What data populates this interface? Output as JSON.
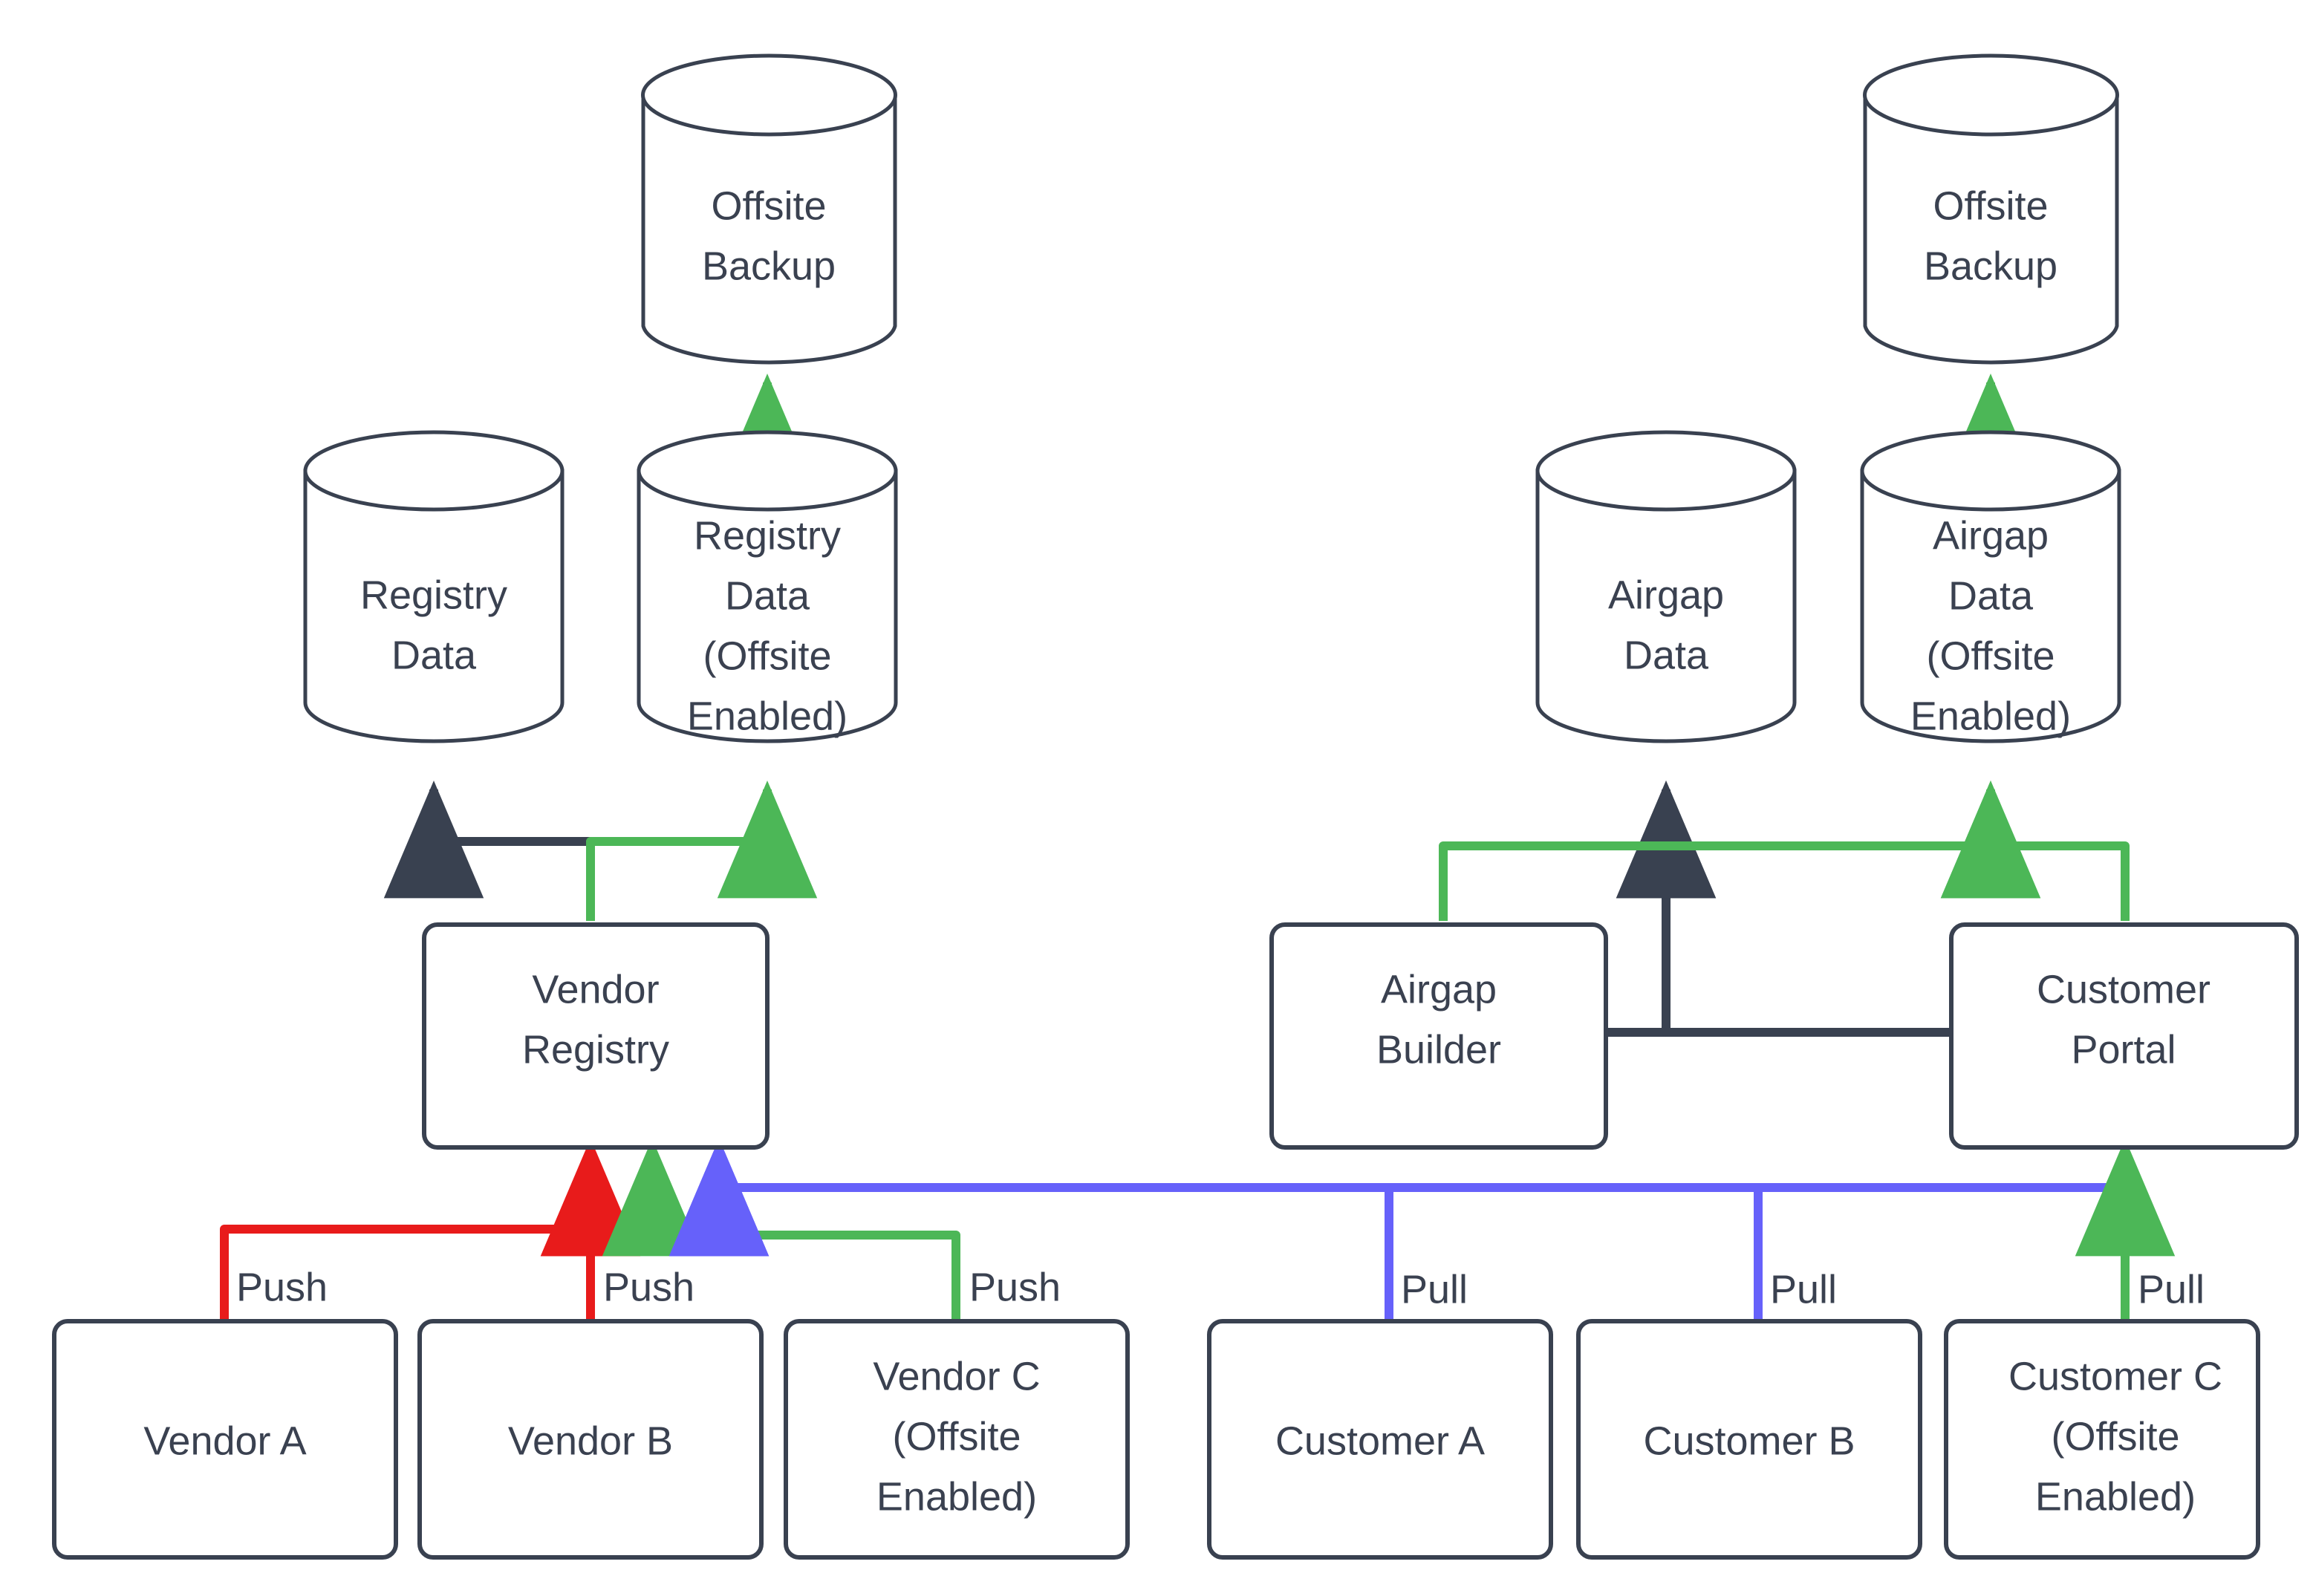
{
  "diagram": {
    "title": "Registry and Airgap data flow with offsite backup",
    "colors": {
      "stroke_dark": "#394150",
      "text": "#3a4150",
      "flow_dark": "#394150",
      "flow_green": "#4cb757",
      "flow_red": "#e81b1b",
      "flow_blue": "#6661fa",
      "background": "#ffffff"
    },
    "nodes": {
      "offsite_backup_left": {
        "label_line1": "Offsite",
        "label_line2": "Backup",
        "shape": "cylinder"
      },
      "offsite_backup_right": {
        "label_line1": "Offsite",
        "label_line2": "Backup",
        "shape": "cylinder"
      },
      "registry_data": {
        "label_line1": "Registry",
        "label_line2": "Data",
        "shape": "cylinder"
      },
      "registry_data_offsite": {
        "label_line1": "Registry",
        "label_line2": "Data",
        "label_line3": "(Offsite",
        "label_line4": "Enabled)",
        "shape": "cylinder"
      },
      "airgap_data": {
        "label_line1": "Airgap",
        "label_line2": "Data",
        "shape": "cylinder"
      },
      "airgap_data_offsite": {
        "label_line1": "Airgap",
        "label_line2": "Data",
        "label_line3": "(Offsite",
        "label_line4": "Enabled)",
        "shape": "cylinder"
      },
      "vendor_registry": {
        "label_line1": "Vendor",
        "label_line2": "Registry",
        "shape": "rounded-rect"
      },
      "airgap_builder": {
        "label_line1": "Airgap",
        "label_line2": "Builder",
        "shape": "rounded-rect"
      },
      "customer_portal": {
        "label_line1": "Customer",
        "label_line2": "Portal",
        "shape": "rounded-rect"
      },
      "vendor_a": {
        "label_line1": "Vendor A",
        "shape": "rounded-rect"
      },
      "vendor_b": {
        "label_line1": "Vendor B",
        "shape": "rounded-rect"
      },
      "vendor_c": {
        "label_line1": "Vendor C",
        "label_line2": "(Offsite",
        "label_line3": "Enabled)",
        "shape": "rounded-rect"
      },
      "customer_a": {
        "label_line1": "Customer A",
        "shape": "rounded-rect"
      },
      "customer_b": {
        "label_line1": "Customer B",
        "shape": "rounded-rect"
      },
      "customer_c": {
        "label_line1": "Customer C",
        "label_line2": "(Offsite",
        "label_line3": "Enabled)",
        "shape": "rounded-rect"
      }
    },
    "edge_labels": {
      "vendor_a_push": "Push",
      "vendor_b_push": "Push",
      "vendor_c_push": "Push",
      "customer_a_pull": "Pull",
      "customer_b_pull": "Pull",
      "customer_c_pull": "Pull"
    },
    "edges": [
      {
        "from": "registry_data_offsite",
        "to": "offsite_backup_left",
        "color": "green",
        "label": ""
      },
      {
        "from": "vendor_registry",
        "to": "registry_data",
        "color": "dark",
        "label": ""
      },
      {
        "from": "vendor_registry",
        "to": "registry_data_offsite",
        "color": "green",
        "label": ""
      },
      {
        "from": "vendor_a",
        "to": "vendor_registry",
        "color": "red",
        "label": "Push"
      },
      {
        "from": "vendor_b",
        "to": "vendor_registry",
        "color": "red",
        "label": "Push"
      },
      {
        "from": "vendor_c",
        "to": "vendor_registry",
        "color": "green",
        "label": "Push"
      },
      {
        "from": "customer_portal",
        "to": "vendor_registry",
        "color": "blue",
        "label": ""
      },
      {
        "from": "airgap_data_offsite",
        "to": "offsite_backup_right",
        "color": "green",
        "label": ""
      },
      {
        "from": "airgap_builder",
        "to": "airgap_data",
        "color": "dark",
        "label": ""
      },
      {
        "from": "customer_portal",
        "to": "airgap_data",
        "color": "dark",
        "label": ""
      },
      {
        "from": "airgap_builder",
        "to": "airgap_data_offsite",
        "color": "green",
        "label": ""
      },
      {
        "from": "customer_portal",
        "to": "airgap_data_offsite",
        "color": "green",
        "label": ""
      },
      {
        "from": "customer_a",
        "to": "vendor_registry",
        "color": "blue",
        "label": "Pull"
      },
      {
        "from": "customer_b",
        "to": "vendor_registry",
        "color": "blue",
        "label": "Pull"
      },
      {
        "from": "customer_c",
        "to": "customer_portal",
        "color": "green",
        "label": "Pull"
      }
    ]
  }
}
